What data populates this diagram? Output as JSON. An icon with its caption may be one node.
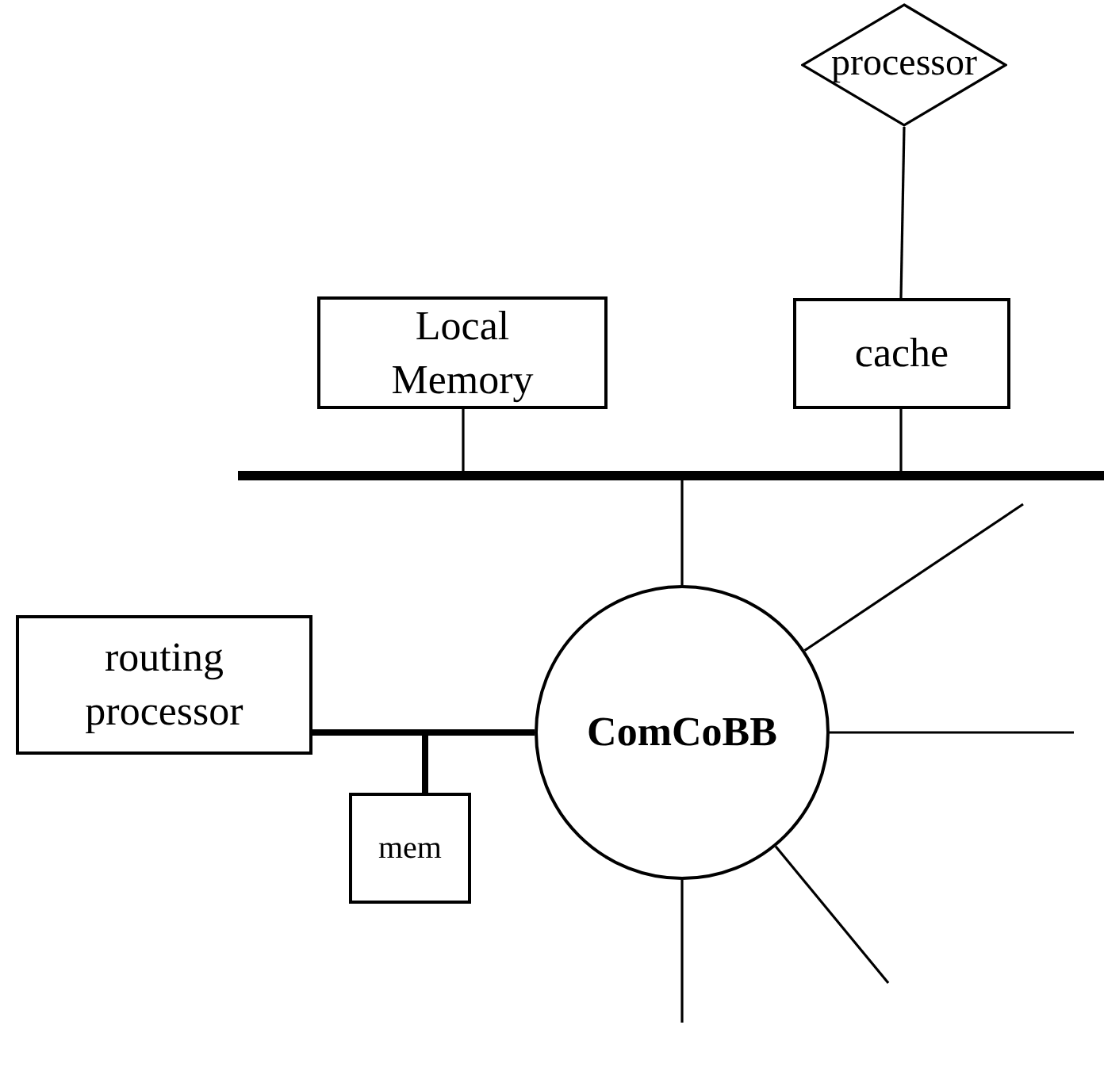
{
  "diagram": {
    "nodes": [
      {
        "text": [
          "processor"
        ]
      },
      {
        "text": [
          "Local Memory"
        ]
      },
      {
        "text": [
          "cache"
        ]
      },
      {
        "text": [],
        "shape": "bar"
      },
      {
        "text": [
          "routing processor"
        ]
      },
      {
        "text": [
          "ComCoBB"
        ]
      },
      {
        "text": [
          "mem"
        ]
      }
    ],
    "edges": [
      {
        "from": 0,
        "to": 2,
        "arrow": "none"
      },
      {
        "from": 2,
        "to": 3,
        "arrow": "none"
      },
      {
        "from": 1,
        "to": 3,
        "arrow": "none"
      },
      {
        "from": 3,
        "to": 5,
        "arrow": "none"
      },
      {
        "from": 5,
        "to": null,
        "arrow": "none"
      },
      {
        "from": 5,
        "to": null,
        "arrow": "none"
      },
      {
        "from": 5,
        "to": null,
        "arrow": "none"
      },
      {
        "from": 5,
        "to": null,
        "arrow": "none"
      },
      {
        "from": 4,
        "to": 5,
        "arrow": "none",
        "style": "thick"
      },
      {
        "from": 6,
        "to": 4,
        "arrow": "none",
        "style": "thick"
      },
      {
        "from": 6,
        "to": 5,
        "arrow": "none",
        "style": "thick"
      }
    ]
  }
}
